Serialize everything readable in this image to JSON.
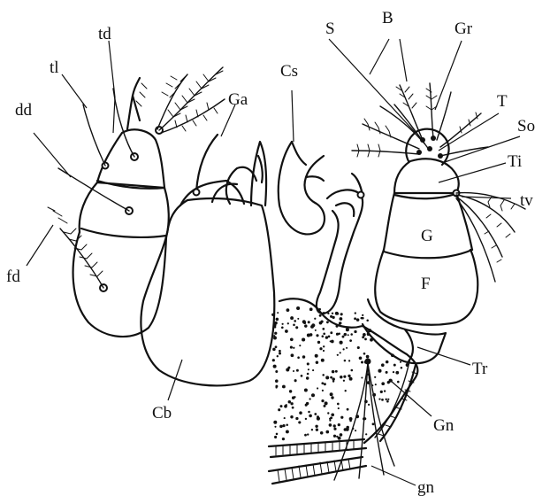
{
  "figure": {
    "labels": {
      "td": "td",
      "tl": "tl",
      "dd": "dd",
      "fd": "fd",
      "Ga": "Ga",
      "Cs": "Cs",
      "S": "S",
      "B": "B",
      "Gr": "Gr",
      "T": "T",
      "So": "So",
      "Ti": "Ti",
      "tv": "tv",
      "G": "G",
      "F": "F",
      "Tr": "Tr",
      "Cb": "Cb",
      "Gn": "Gn",
      "gn": "gn"
    }
  }
}
